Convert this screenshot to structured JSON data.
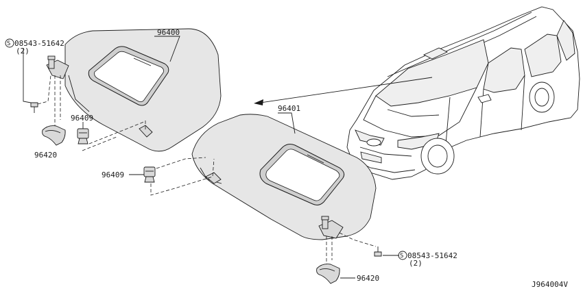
{
  "diagram": {
    "labels": {
      "screw_top_left": "08543-51642",
      "screw_top_left_qty": "(2)",
      "visor_top": "96400",
      "visor_bottom": "96401",
      "clip_top": "96409",
      "clip_bottom": "96409",
      "holder_top": "96420",
      "holder_bottom": "96420",
      "screw_bottom_right": "08543-51642",
      "screw_bottom_right_qty": "(2)",
      "screw_symbol": "S",
      "drawing_code": "J964004V"
    }
  }
}
